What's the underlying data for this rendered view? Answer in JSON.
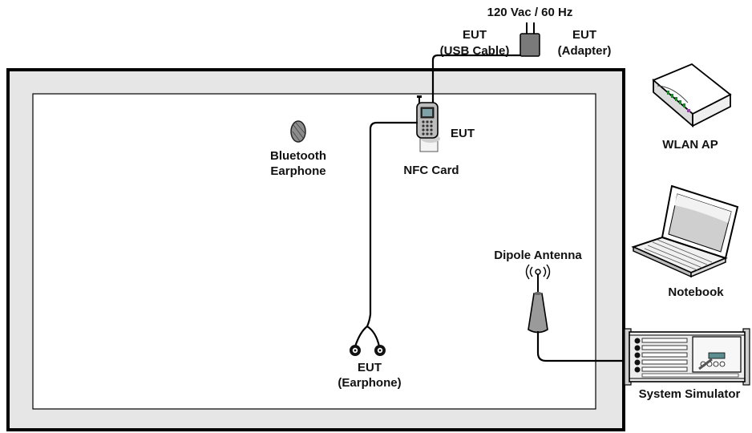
{
  "power": {
    "label": "120 Vac / 60 Hz"
  },
  "usb_cable": {
    "line1": "EUT",
    "line2": "(USB Cable)"
  },
  "adapter": {
    "line1": "EUT",
    "line2": "(Adapter)"
  },
  "phone": {
    "label": "EUT"
  },
  "nfc_card": {
    "label": "NFC Card"
  },
  "bluetooth": {
    "line1": "Bluetooth",
    "line2": "Earphone"
  },
  "earphone": {
    "line1": "EUT",
    "line2": "(Earphone)"
  },
  "antenna": {
    "label": "Dipole Antenna"
  },
  "wlan_ap": {
    "label": "WLAN AP"
  },
  "notebook": {
    "label": "Notebook"
  },
  "simulator": {
    "label": "System Simulator"
  }
}
